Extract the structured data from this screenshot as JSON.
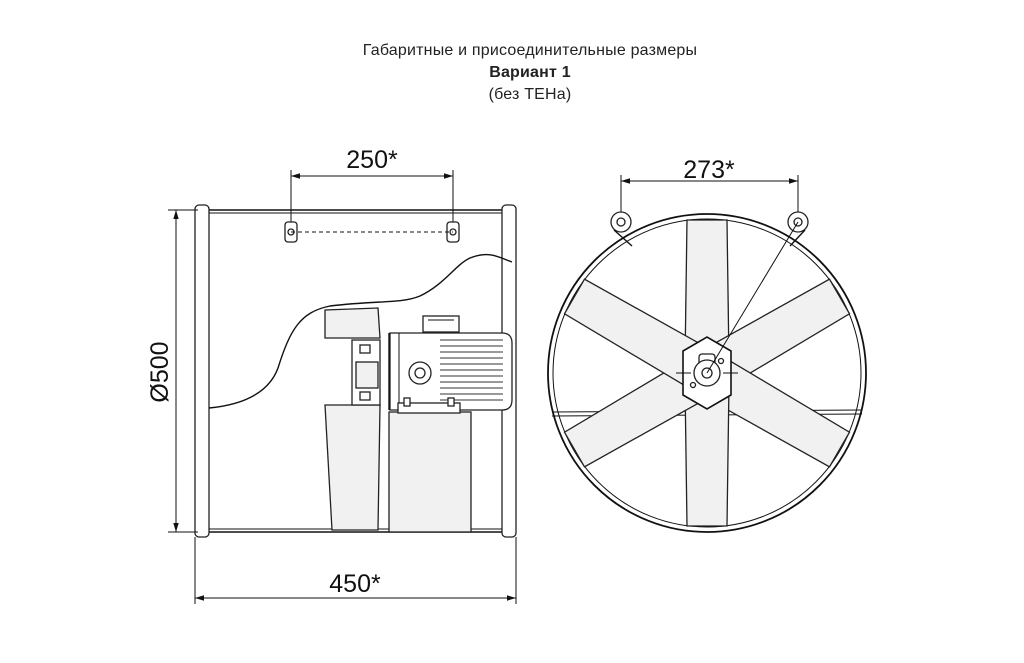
{
  "title": {
    "line1": "Габаритные и присоединительные размеры",
    "line2": "Вариант 1",
    "line3": "(без ТЕНа)"
  },
  "dimensions": {
    "top_spacing": "250*",
    "side_spacing": "273*",
    "diameter": "Ø500",
    "length": "450*"
  }
}
